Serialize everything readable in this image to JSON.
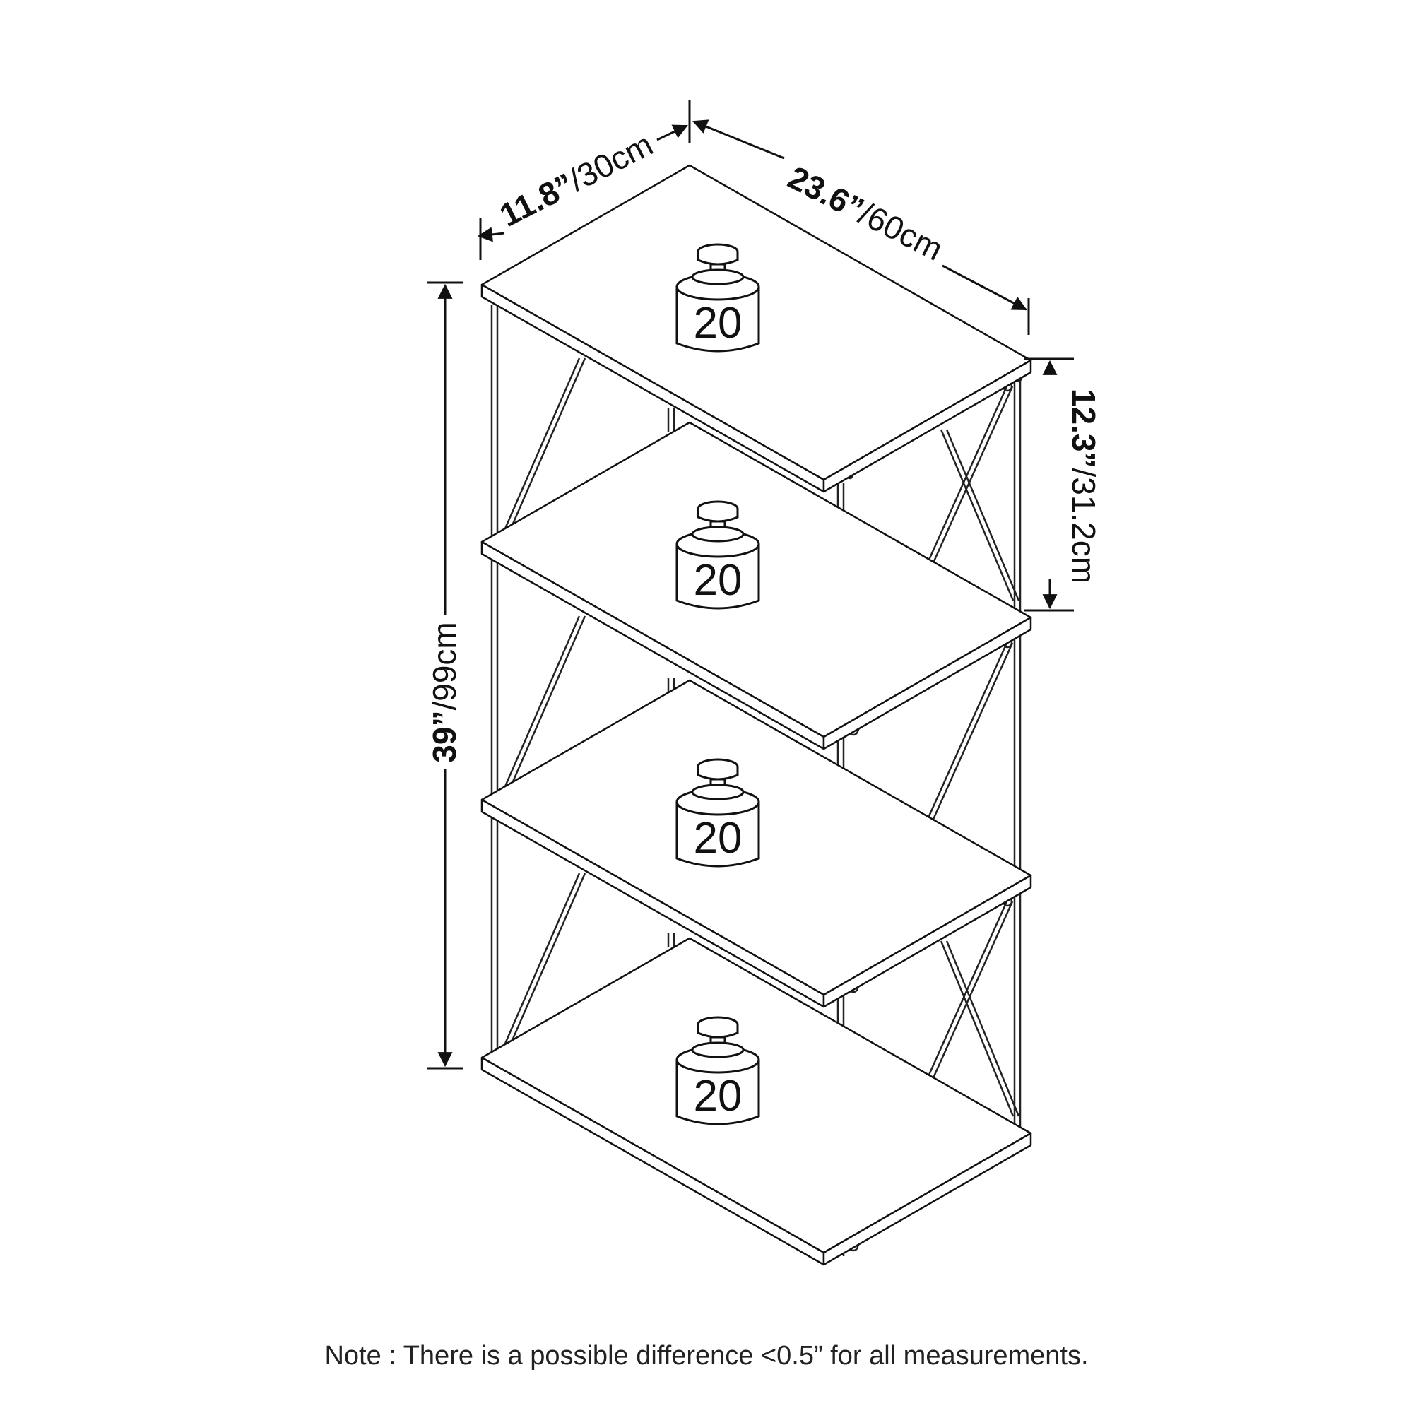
{
  "dimensions": {
    "depth": {
      "imperial": "11.8”",
      "metric": "/30cm"
    },
    "width": {
      "imperial": "23.6”",
      "metric": "/60cm"
    },
    "height": {
      "imperial": "39”",
      "metric": "/99cm"
    },
    "shelf_spacing": {
      "imperial": "12.3”",
      "metric": "/31.2cm"
    }
  },
  "shelves": [
    {
      "weight_label": "20"
    },
    {
      "weight_label": "20"
    },
    {
      "weight_label": "20"
    },
    {
      "weight_label": "20"
    }
  ],
  "note": "Note : There is a possible difference <0.5” for all measurements."
}
